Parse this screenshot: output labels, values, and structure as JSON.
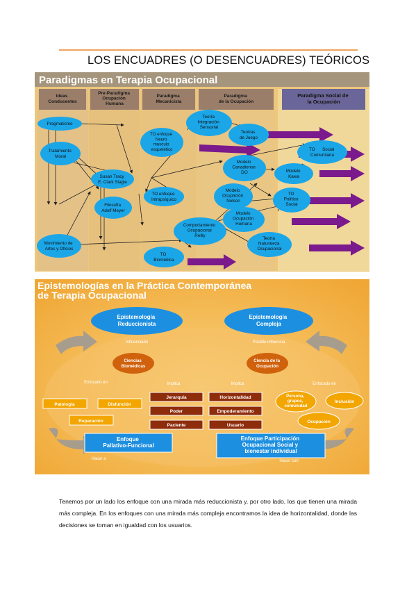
{
  "document": {
    "title": "LOS ENCUADRES (O DESENCUADRES) TEÓRICOS",
    "paragraph": "Tenemos por un lado los enfoque con una mirada más reduccionista y, por otro lado, los que tienen una mirada más compleja. En los enfoques con una mirada más compleja encontramos la idea de horizontalidad, donde las decisiones se toman en igualdad con los usuarios."
  },
  "figure1": {
    "title": "Paradigmas en Terapia Ocupacional",
    "columns": [
      [
        "Ideas",
        "Conducentes"
      ],
      [
        "Pre-Paradigma",
        "Ocupación",
        "Humana"
      ],
      [
        "Paradigma",
        "Mecanicista"
      ],
      [
        "Paradigma",
        "de la Ocupación"
      ],
      [
        "Paradigma Social de",
        "la Ocupación"
      ]
    ],
    "nodes": {
      "pragmatismo": [
        "Pragmatismo"
      ],
      "tratamiento": [
        "Tratamiento",
        "Moral"
      ],
      "movimiento": [
        "Movimiento de",
        "Artes y Oficios"
      ],
      "susan": [
        "Susan Tracy",
        "E. Clark Slagle"
      ],
      "filosofia": [
        "Filosofía",
        "Adolf Meyer"
      ],
      "to_neuro": [
        "TO enfoque",
        "Neuro",
        "musculo",
        "esquelético"
      ],
      "to_intra": [
        "TO enfoque",
        "Intrapsíquico"
      ],
      "to_biomedica": [
        "TO",
        "Biomédica"
      ],
      "teoria_integracion": [
        "Teoría",
        "Integración",
        "Sensorial"
      ],
      "teorias_juego": [
        "Teorías",
        "de Juego"
      ],
      "canadiense": [
        "Modelo",
        "Canadiense",
        "DO"
      ],
      "nelson": [
        "Modelo",
        "Ocupación",
        "Nelson"
      ],
      "comportamiento": [
        "Comportamiento",
        "Ocupacional",
        "Reilly"
      ],
      "ocupacion_humana": [
        "Modelo",
        "Ocupación",
        "Humana"
      ],
      "kawa": [
        "Modelo",
        "Kawa"
      ],
      "to_comunitaria": [
        "TO      Social",
        "Comunitaria"
      ],
      "to_politico": [
        "TO",
        "Político",
        "Social"
      ],
      "naturaleza": [
        "Teoría",
        "Naturaleza",
        "Ocupacional"
      ]
    }
  },
  "figure2": {
    "title_lines": [
      "Epistemologías en la Práctica Contemporánea",
      "de Terapia Ocupacional"
    ],
    "epist_reduccionista": [
      "Epistemología",
      "Reduccionista"
    ],
    "epist_compleja": [
      "Epistemología",
      "Compleja"
    ],
    "influenciado": "Influenciado",
    "posible_influencia": "Posible influencia",
    "ciencias_biomedicas": [
      "Ciencias",
      "Biomédicas"
    ],
    "ciencia_ocupacion": [
      "Ciencia de la",
      "Ocupación"
    ],
    "enfocado_en_left": "Enfocado en",
    "implica_left": "Implica",
    "implica_right": "Implica",
    "enfocado_en_right": "Enfocado en",
    "patologia": "Patología",
    "disfuncion": "Disfunción",
    "reparacion": "Reparación",
    "jerarquia": "Jerarquía",
    "poder": "Poder",
    "paciente": "Paciente",
    "horizontalidad": "Horizontalidad",
    "empoderamiento": "Empoderamiento",
    "usuario": "Usuario",
    "persona": [
      "Persona,",
      "grupos,",
      "comunidad"
    ],
    "inclusion": "Inclusión",
    "ocupacion": "Ocupación",
    "enfoque_paliativo": [
      "Enfoque",
      "Pallativo-Funcional"
    ],
    "enfoque_participacion": [
      "Enfoque Participación",
      "Ocupacional Social y",
      "bienestar individual"
    ],
    "hacer_a": "Hacer a",
    "hacer_con": "Hacer con"
  },
  "colors": {
    "accent_rule": "#f0a45a",
    "fig1_bg": "#eec77a",
    "fig1_title_bar": "#a5957d",
    "node_blue": "#1ba6e8",
    "arrow_purple": "#7a1a8c",
    "fig2_bg": "#f4b24a",
    "fig2_blue": "#1d8fe0",
    "fig2_orange": "#d0620d",
    "fig2_darkred": "#8e2d0c",
    "fig2_gold": "#f3a500"
  }
}
